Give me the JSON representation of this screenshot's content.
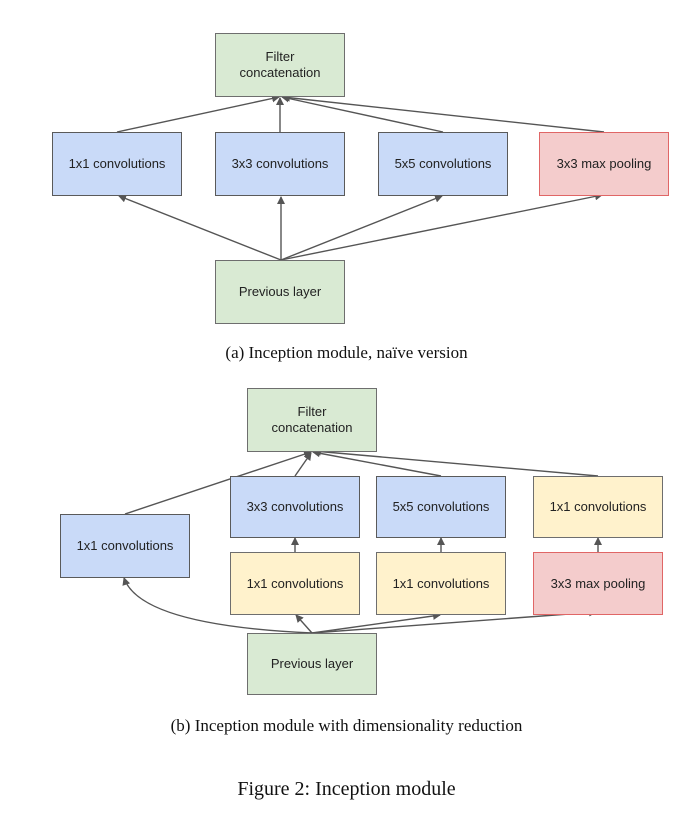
{
  "diagram_a": {
    "filter_concat": "Filter\nconcatenation",
    "conv_1x1": "1x1 convolutions",
    "conv_3x3": "3x3 convolutions",
    "conv_5x5": "5x5 convolutions",
    "max_pool": "3x3 max pooling",
    "previous_layer": "Previous layer",
    "caption": "(a)  Inception module, naïve version"
  },
  "diagram_b": {
    "filter_concat": "Filter\nconcatenation",
    "conv_1x1_direct": "1x1 convolutions",
    "conv_3x3": "3x3 convolutions",
    "conv_5x5": "5x5 convolutions",
    "conv_1x1_after_pool": "1x1 convolutions",
    "reduce_1x1_before_3x3": "1x1 convolutions",
    "reduce_1x1_before_5x5": "1x1 convolutions",
    "max_pool": "3x3 max pooling",
    "previous_layer": "Previous layer",
    "caption": "(b)  Inception module with dimensionality reduction"
  },
  "figure_caption": "Figure 2: Inception module",
  "colors": {
    "input_output": "#d9ead3",
    "convolution": "#c9daf8",
    "reduction": "#fff2cc",
    "pooling": "#f4cccc",
    "arrow": "#555555"
  }
}
